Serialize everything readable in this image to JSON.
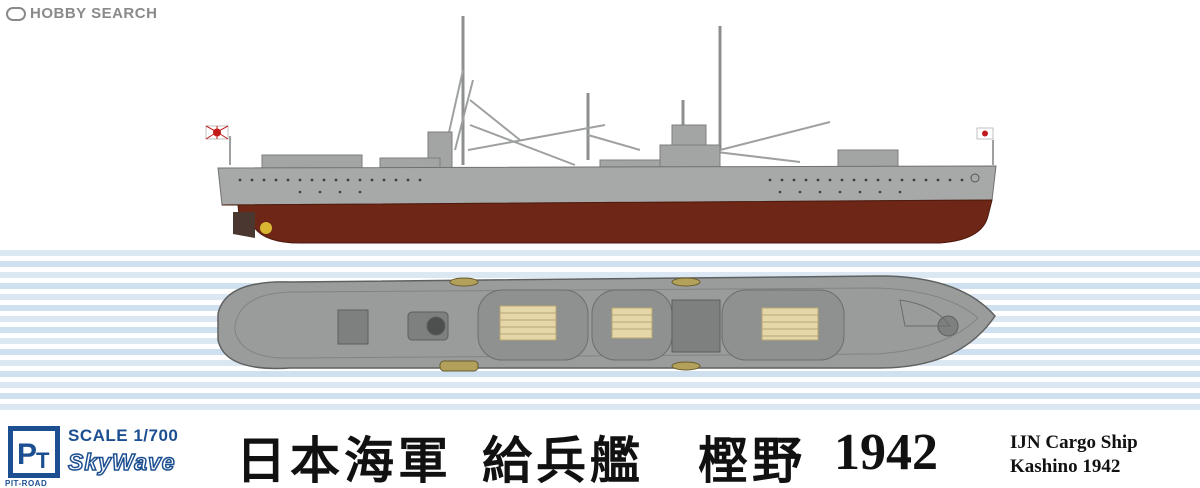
{
  "watermark": {
    "text": "HOBBY SEARCH"
  },
  "brand": {
    "logo_caption": "PIT-ROAD",
    "scale": "SCALE 1/700",
    "series": "SkyWave"
  },
  "title": {
    "navy": "日本海軍",
    "type": "給兵艦",
    "name": "樫野",
    "year": "1942",
    "english_line1": "IJN Cargo Ship",
    "english_line2": "Kashino 1942"
  },
  "colors": {
    "hull_grey": "#a7a9a8",
    "hull_red": "#6e2616",
    "stripe_blue": "#d3e3f1",
    "brand_blue": "#1c4f91"
  }
}
